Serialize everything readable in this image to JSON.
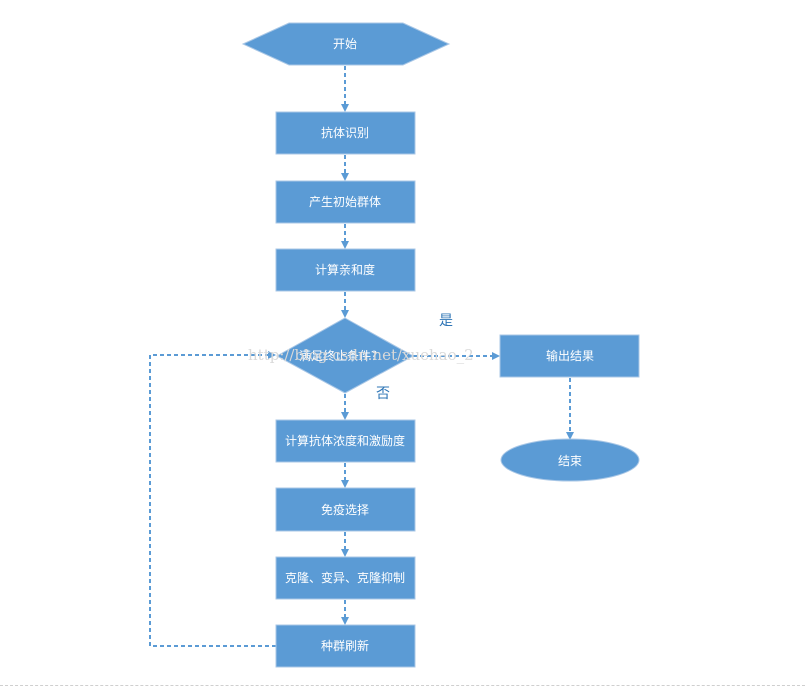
{
  "nodes": {
    "start": "开始",
    "antigen": "抗体识别",
    "init_pop": "产生初始群体",
    "affinity": "计算亲和度",
    "condition": "满足终止条件？",
    "output": "输出结果",
    "end": "结束",
    "concentration": "计算抗体浓度和激励度",
    "immune_select": "免疫选择",
    "clone": "克隆、变异、克隆抑制",
    "refresh": "种群刷新"
  },
  "edges": {
    "yes": "是",
    "no": "否"
  },
  "watermark": "http://blog.csdn.net/xuehao_2",
  "colors": {
    "node_fill": "#5b9bd5",
    "node_stroke": "#a9c7e6",
    "arrow": "#5b9bd5",
    "edge_label": "#2e75b6"
  }
}
